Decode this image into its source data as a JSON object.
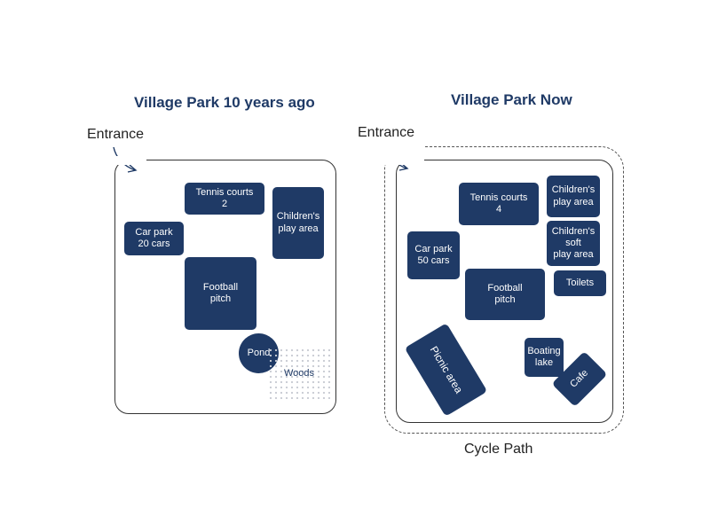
{
  "left": {
    "title": "Village Park 10 years ago",
    "entrance": "Entrance",
    "tennis": [
      "Tennis courts",
      "2"
    ],
    "children": [
      "Children's",
      "play area"
    ],
    "carpark": [
      "Car park",
      "20 cars"
    ],
    "football": [
      "Football",
      "pitch"
    ],
    "pond": "Pond",
    "woods": "Woods"
  },
  "right": {
    "title": "Village Park Now",
    "entrance": "Entrance",
    "tennis": [
      "Tennis courts",
      "4"
    ],
    "children": [
      "Children's",
      "play area"
    ],
    "soft": [
      "Children's",
      "soft",
      "play area"
    ],
    "carpark": [
      "Car park",
      "50 cars"
    ],
    "football": [
      "Football",
      "pitch"
    ],
    "toilets": "Toilets",
    "picnic": "Picnic area",
    "boating": [
      "Boating",
      "lake"
    ],
    "cafe": "Cafe",
    "cycle_path": "Cycle Path"
  },
  "colors": {
    "block": "#1f3a66",
    "title": "#1f3a66"
  }
}
